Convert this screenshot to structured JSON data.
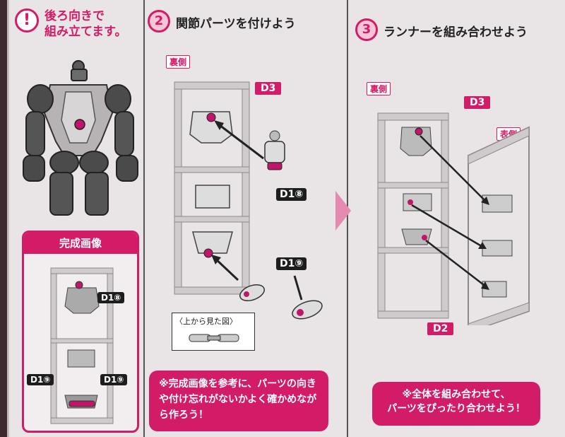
{
  "caution": {
    "icon": "exclamation-icon",
    "text_line1": "後ろ向きで",
    "text_line2": "組み立てます。"
  },
  "complete": {
    "title": "完成画像",
    "tag_top": "D1⑧",
    "tag_left": "D1⑨",
    "tag_right": "D1⑨"
  },
  "step2": {
    "number": "2",
    "title": "関節パーツを付けよう",
    "side_label": "裏側",
    "runner_tag": "D3",
    "part_tag_8": "D1⑧",
    "part_tag_9": "D1⑨",
    "view_label": "〈上から見た図〉",
    "note": "※完成画像を参考に、パーツの向きや付け忘れがないかよく確かめながら作ろう！"
  },
  "step3": {
    "number": "3",
    "title": "ランナーを組み合わせよう",
    "side_label_back": "裏側",
    "side_label_front": "表側",
    "runner_tag_d3": "D3",
    "runner_tag_d2": "D2",
    "note_line1": "※全体を組み合わせて、",
    "note_line2": "パーツをぴったり合わせよう！"
  },
  "colors": {
    "accent": "#d21c68",
    "paper": "#e9e4e6",
    "runner": "#cfcbcd"
  }
}
